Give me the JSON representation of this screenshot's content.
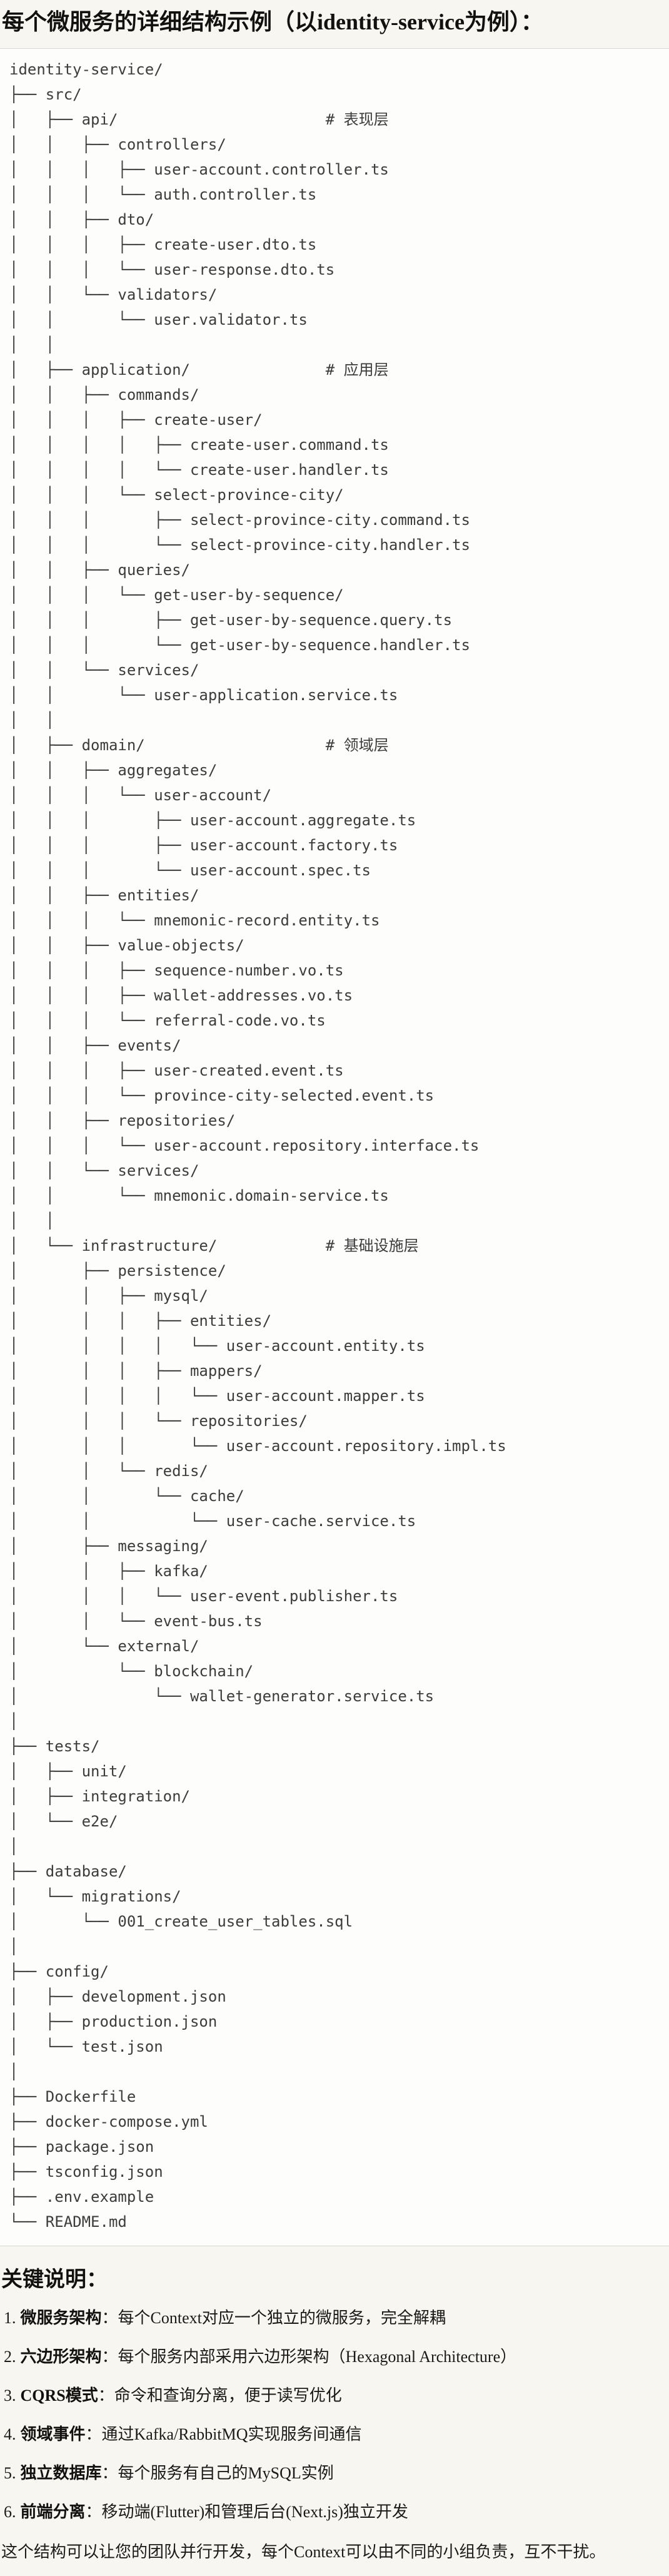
{
  "page": {
    "title": "每个微服务的详细结构示例（以identity-service为例）：",
    "colors": {
      "page_bg": "#F8F6F0",
      "panel_bg": "#FDFDFB",
      "panel_border": "#D8D6D2",
      "tree_text": "#3C3C3C",
      "body_text": "#1B1A18"
    }
  },
  "tree": {
    "root": "identity-service/",
    "layer_comments": [
      "# 表现层",
      "# 应用层",
      "# 领域层",
      "# 基础设施层"
    ],
    "lines": [
      "identity-service/",
      "├── src/",
      "│   ├── api/                       # 表现层",
      "│   │   ├── controllers/",
      "│   │   │   ├── user-account.controller.ts",
      "│   │   │   └── auth.controller.ts",
      "│   │   ├── dto/",
      "│   │   │   ├── create-user.dto.ts",
      "│   │   │   └── user-response.dto.ts",
      "│   │   └── validators/",
      "│   │       └── user.validator.ts",
      "│   │",
      "│   ├── application/               # 应用层",
      "│   │   ├── commands/",
      "│   │   │   ├── create-user/",
      "│   │   │   │   ├── create-user.command.ts",
      "│   │   │   │   └── create-user.handler.ts",
      "│   │   │   └── select-province-city/",
      "│   │   │       ├── select-province-city.command.ts",
      "│   │   │       └── select-province-city.handler.ts",
      "│   │   ├── queries/",
      "│   │   │   └── get-user-by-sequence/",
      "│   │   │       ├── get-user-by-sequence.query.ts",
      "│   │   │       └── get-user-by-sequence.handler.ts",
      "│   │   └── services/",
      "│   │       └── user-application.service.ts",
      "│   │",
      "│   ├── domain/                    # 领域层",
      "│   │   ├── aggregates/",
      "│   │   │   └── user-account/",
      "│   │   │       ├── user-account.aggregate.ts",
      "│   │   │       ├── user-account.factory.ts",
      "│   │   │       └── user-account.spec.ts",
      "│   │   ├── entities/",
      "│   │   │   └── mnemonic-record.entity.ts",
      "│   │   ├── value-objects/",
      "│   │   │   ├── sequence-number.vo.ts",
      "│   │   │   ├── wallet-addresses.vo.ts",
      "│   │   │   └── referral-code.vo.ts",
      "│   │   ├── events/",
      "│   │   │   ├── user-created.event.ts",
      "│   │   │   └── province-city-selected.event.ts",
      "│   │   ├── repositories/",
      "│   │   │   └── user-account.repository.interface.ts",
      "│   │   └── services/",
      "│   │       └── mnemonic.domain-service.ts",
      "│   │",
      "│   └── infrastructure/            # 基础设施层",
      "│       ├── persistence/",
      "│       │   ├── mysql/",
      "│       │   │   ├── entities/",
      "│       │   │   │   └── user-account.entity.ts",
      "│       │   │   ├── mappers/",
      "│       │   │   │   └── user-account.mapper.ts",
      "│       │   │   └── repositories/",
      "│       │   │       └── user-account.repository.impl.ts",
      "│       │   └── redis/",
      "│       │       └── cache/",
      "│       │           └── user-cache.service.ts",
      "│       ├── messaging/",
      "│       │   ├── kafka/",
      "│       │   │   └── user-event.publisher.ts",
      "│       │   └── event-bus.ts",
      "│       └── external/",
      "│           └── blockchain/",
      "│               └── wallet-generator.service.ts",
      "│",
      "├── tests/",
      "│   ├── unit/",
      "│   ├── integration/",
      "│   └── e2e/",
      "│",
      "├── database/",
      "│   └── migrations/",
      "│       └── 001_create_user_tables.sql",
      "│",
      "├── config/",
      "│   ├── development.json",
      "│   ├── production.json",
      "│   └── test.json",
      "│",
      "├── Dockerfile",
      "├── docker-compose.yml",
      "├── package.json",
      "├── tsconfig.json",
      "├── .env.example",
      "└── README.md"
    ]
  },
  "notes": {
    "heading": "关键说明：",
    "items": [
      {
        "num": "1.",
        "label": "微服务架构",
        "text": "：每个Context对应一个独立的微服务，完全解耦"
      },
      {
        "num": "2.",
        "label": "六边形架构",
        "text": "：每个服务内部采用六边形架构（Hexagonal Architecture）"
      },
      {
        "num": "3.",
        "label": "CQRS模式",
        "text": "：命令和查询分离，便于读写优化"
      },
      {
        "num": "4.",
        "label": "领域事件",
        "text": "：通过Kafka/RabbitMQ实现服务间通信"
      },
      {
        "num": "5.",
        "label": "独立数据库",
        "text": "：每个服务有自己的MySQL实例"
      },
      {
        "num": "6.",
        "label": "前端分离",
        "text": "：移动端(Flutter)和管理后台(Next.js)独立开发"
      }
    ],
    "footer": "这个结构可以让您的团队并行开发，每个Context可以由不同的小组负责，互不干扰。"
  }
}
